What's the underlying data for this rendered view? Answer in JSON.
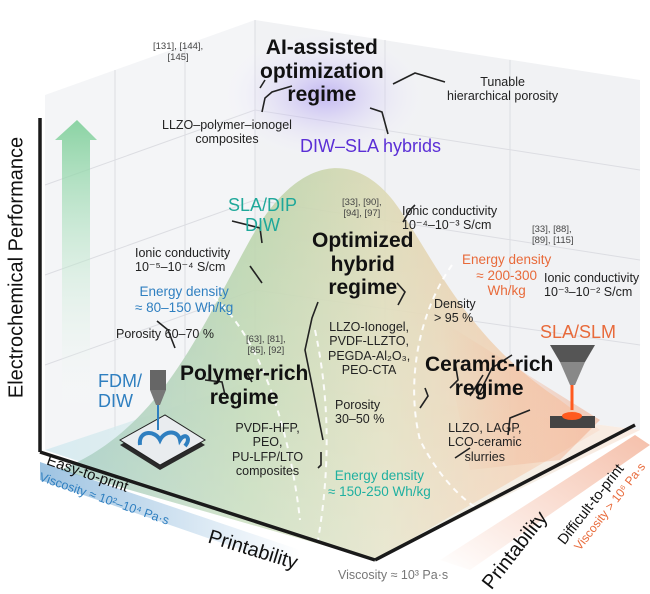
{
  "colors": {
    "ai_regime": "#5b2fd6",
    "hybrid_tech": "#1fa89a",
    "polymer_blue": "#2f7fc0",
    "ceramic_orange": "#e86a3a",
    "energy_hybrid": "#1fb0a0"
  },
  "axes": {
    "y_label": "Electrochemical Performance",
    "x_left_label": "Printability",
    "x_right_label": "Printability",
    "left_easy": "Easy-to-print",
    "left_viscosity": "Viscosity ≈ 10²–10⁴ Pa·s",
    "right_difficult": "Difficult-to-print",
    "right_viscosity": "Viscosity > 10⁶ Pa·s",
    "corner_viscosity": "Viscosity ≈ 10³ Pa·s"
  },
  "ai_regime": {
    "title_lines": [
      "AI-assisted",
      "optimization",
      "regime"
    ],
    "refs_lines": [
      "[131], [144],",
      "[145]"
    ],
    "materials_lines": [
      "LLZO–polymer–ionogel",
      "composites"
    ],
    "feature_lines": [
      "Tunable",
      "hierarchical porosity"
    ],
    "technique": "DIW–SLA hybrids"
  },
  "hybrid_regime": {
    "title_lines": [
      "Optimized",
      "hybrid",
      "regime"
    ],
    "technique_lines": [
      "SLA/DIP",
      "DIW"
    ],
    "refs_lines": [
      "[33], [90],",
      "[94], [97]"
    ],
    "conductivity_lines": [
      "Ionic conductivity",
      "10⁻⁴–10⁻³ S/cm"
    ],
    "materials_lines": [
      "LLZO-Ionogel,",
      "PVDF-LLZTO,",
      "PEGDA-Al₂O₃,",
      "PEO-CTA"
    ],
    "porosity_lines": [
      "Porosity",
      "30–50 %"
    ],
    "energy_lines": [
      "Energy density",
      "≈ 150-250 Wh/kg"
    ]
  },
  "polymer_regime": {
    "title_lines": [
      "Polymer-rich",
      "regime"
    ],
    "technique_lines": [
      "FDM/",
      "DIW"
    ],
    "conductivity_lines": [
      "Ionic conductivity",
      "10⁻⁵–10⁻⁴ S/cm"
    ],
    "energy_lines": [
      "Energy density",
      "≈ 80–150 Wh/kg"
    ],
    "porosity": "Porosity 60–70 %",
    "refs_lines": [
      "[63], [81],",
      "[85], [92]"
    ],
    "materials_lines": [
      "PVDF-HFP,",
      "PEO,",
      "PU-LFP/LTO",
      "composites"
    ]
  },
  "ceramic_regime": {
    "title_lines": [
      "Ceramic-rich",
      "regime"
    ],
    "technique": "SLA/SLM",
    "refs_lines": [
      "[33], [88],",
      "[89], [115]"
    ],
    "energy_lines": [
      "Energy density",
      "≈ 200-300",
      "Wh/kg"
    ],
    "conductivity_lines": [
      "Ionic conductivity",
      "10⁻³–10⁻² S/cm"
    ],
    "density_lines": [
      "Density",
      "> 95 %"
    ],
    "materials_lines": [
      "LLZO, LAGP,",
      "LCO-ceramic",
      "slurries"
    ]
  },
  "icons": {
    "performance_arrow": "up-arrow",
    "fdm_printer": "nozzle-extruder",
    "sla_printer": "laser-nozzle"
  }
}
